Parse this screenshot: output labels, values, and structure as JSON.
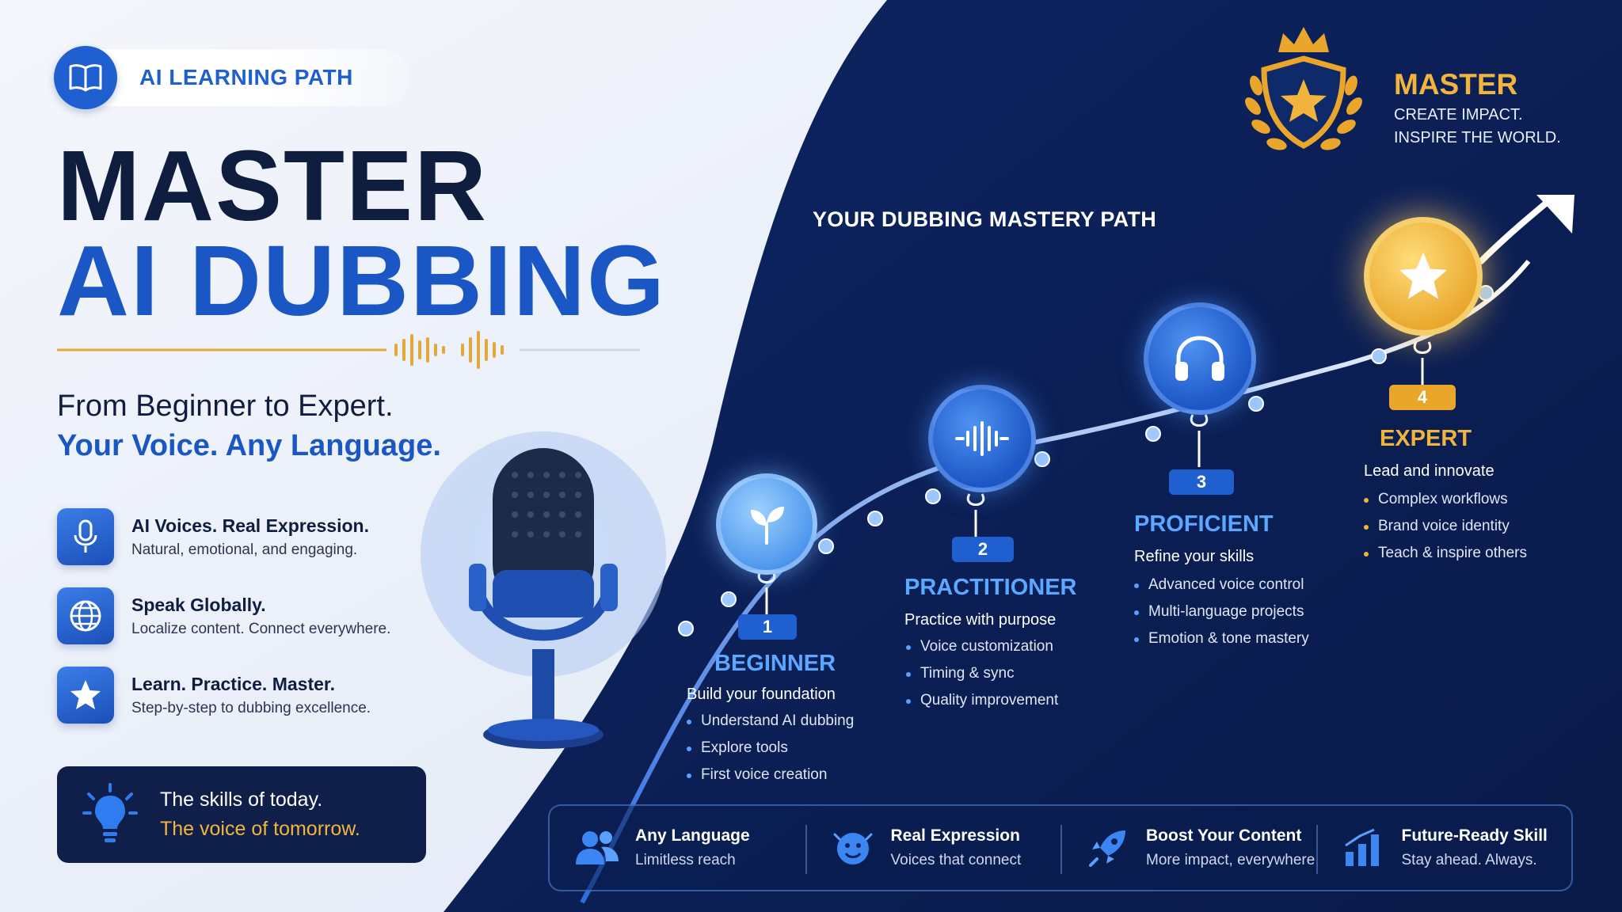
{
  "header": {
    "pill_label": "AI LEARNING PATH"
  },
  "hero": {
    "title_line1": "MASTER",
    "title_line2": "AI DUBBING",
    "subtitle_line1": "From Beginner to Expert.",
    "subtitle_line2": "Your Voice. Any Language."
  },
  "features": [
    {
      "title": "AI Voices. Real Expression.",
      "desc": "Natural, emotional, and engaging.",
      "icon": "microphone-icon"
    },
    {
      "title": "Speak Globally.",
      "desc": "Localize content. Connect everywhere.",
      "icon": "globe-icon"
    },
    {
      "title": "Learn. Practice. Master.",
      "desc": "Step-by-step to dubbing excellence.",
      "icon": "star-icon"
    }
  ],
  "cta": {
    "line1": "The skills of today.",
    "line2": "The voice of tomorrow."
  },
  "path": {
    "title": "YOUR DUBBING MASTERY PATH"
  },
  "master": {
    "title": "MASTER",
    "line1": "CREATE IMPACT.",
    "line2": "INSPIRE THE WORLD."
  },
  "stages": [
    {
      "num": "1",
      "title": "BEGINNER",
      "subtitle": "Build your foundation",
      "items": [
        "Understand AI dubbing",
        "Explore tools",
        "First voice creation"
      ],
      "icon": "sprout-icon"
    },
    {
      "num": "2",
      "title": "PRACTITIONER",
      "subtitle": "Practice with purpose",
      "items": [
        "Voice customization",
        "Timing & sync",
        "Quality improvement"
      ],
      "icon": "soundwave-icon"
    },
    {
      "num": "3",
      "title": "PROFICIENT",
      "subtitle": "Refine your skills",
      "items": [
        "Advanced voice control",
        "Multi-language projects",
        "Emotion & tone mastery"
      ],
      "icon": "headphones-icon"
    },
    {
      "num": "4",
      "title": "EXPERT",
      "subtitle": "Lead and innovate",
      "items": [
        "Complex workflows",
        "Brand voice identity",
        "Teach & inspire others"
      ],
      "icon": "star-icon"
    }
  ],
  "bottom_bar": [
    {
      "title": "Any Language",
      "desc": "Limitless reach",
      "icon": "users-icon"
    },
    {
      "title": "Real Expression",
      "desc": "Voices that connect",
      "icon": "expression-icon"
    },
    {
      "title": "Boost Your Content",
      "desc": "More impact, everywhere",
      "icon": "rocket-icon"
    },
    {
      "title": "Future-Ready Skill",
      "desc": "Stay ahead. Always.",
      "icon": "growth-chart-icon"
    }
  ],
  "colors": {
    "navy": "#0f1d3f",
    "blue": "#1a56c4",
    "gold": "#f1b53d",
    "panel": "#0b2259"
  }
}
